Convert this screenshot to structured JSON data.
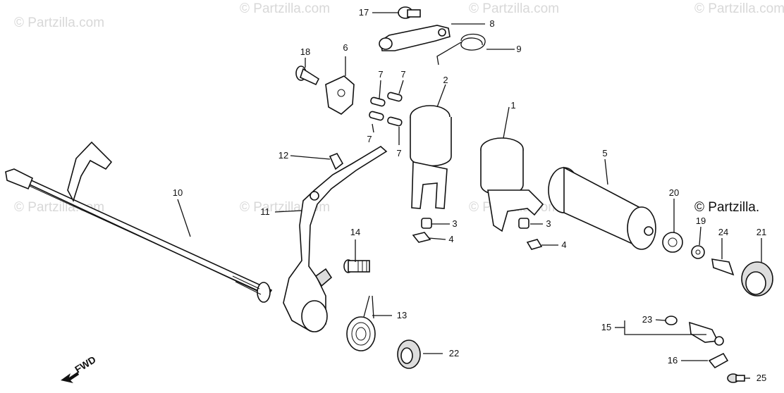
{
  "watermark": "© Partzilla.com",
  "brand_mark": "© Partzilla.",
  "direction_label": "FWD",
  "callouts": {
    "c1": "1",
    "c2": "2",
    "c3a": "3",
    "c3b": "3",
    "c4a": "4",
    "c4b": "4",
    "c5": "5",
    "c6": "6",
    "c7a": "7",
    "c7b": "7",
    "c7c": "7",
    "c7d": "7",
    "c8": "8",
    "c9": "9",
    "c10": "10",
    "c11": "11",
    "c12": "12",
    "c13": "13",
    "c14": "14",
    "c15": "15",
    "c16": "16",
    "c17": "17",
    "c18": "18",
    "c19": "19",
    "c20": "20",
    "c21": "21",
    "c22": "22",
    "c23": "23",
    "c24": "24",
    "c25": "25"
  }
}
